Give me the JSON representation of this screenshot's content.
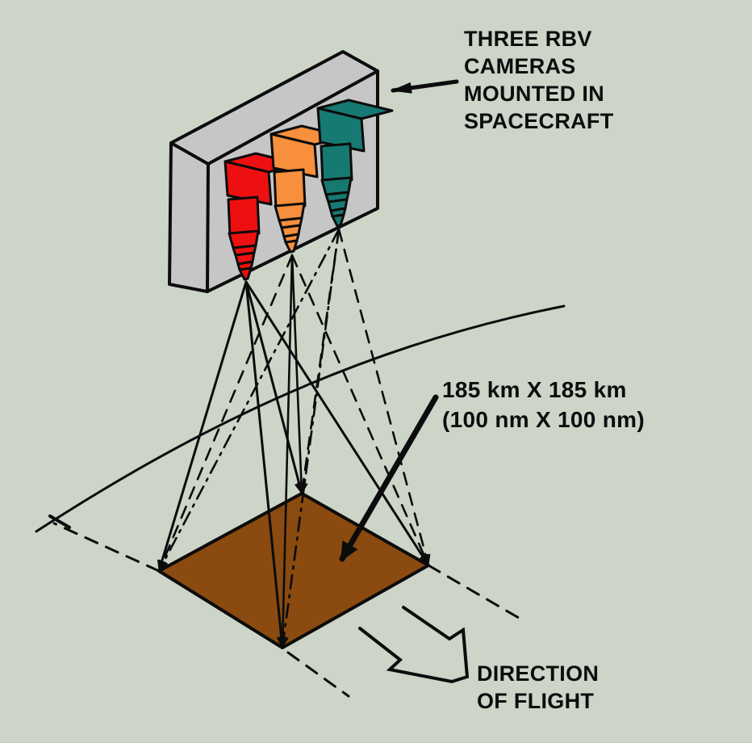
{
  "colors": {
    "background": "#cdd4c8",
    "ink": "#0c0c0c",
    "panel_gray": "#c6c6c6",
    "ground_brown": "#8a4a10"
  },
  "labels": {
    "cameras_note": "THREE RBV\nCAMERAS\nMOUNTED IN\nSPACECRAFT",
    "swath_size": "185 km X 185 km\n(100 nm X 100 nm)",
    "flight_direction": "DIRECTION\nOF FLIGHT"
  },
  "cameras": [
    {
      "name": "left-red-camera",
      "color": "#ee1010"
    },
    {
      "name": "middle-orange-camera",
      "color": "#f78f3d"
    },
    {
      "name": "right-teal-camera",
      "color": "#177a72"
    }
  ]
}
